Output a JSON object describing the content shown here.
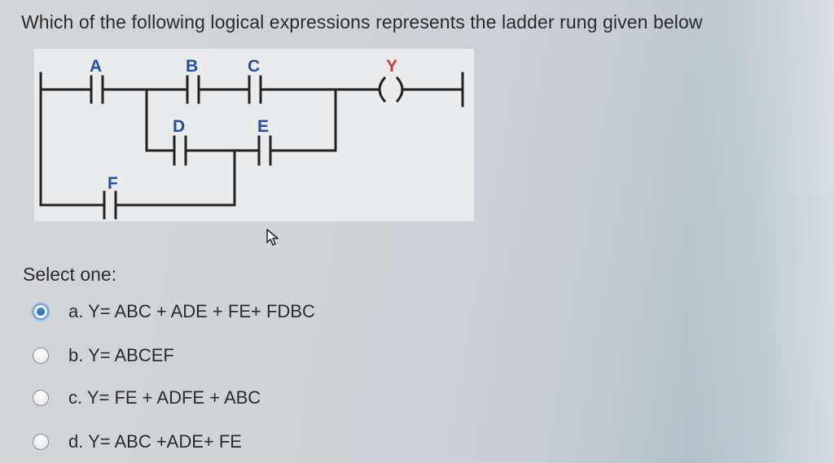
{
  "question": {
    "text": "Which of the following logical expressions represents the ladder rung given below"
  },
  "diagram": {
    "contacts": {
      "a": "A",
      "b": "B",
      "c": "C",
      "d": "D",
      "e": "E",
      "f": "F"
    },
    "coil": "Y",
    "colors": {
      "wire": "#222222",
      "label": "#1f4fa8",
      "coil_label": "#d23a3a",
      "background": "#e9ebec"
    }
  },
  "prompt": {
    "select_one": "Select one:"
  },
  "options": [
    {
      "label": "a. Y= ABC + ADE + FE+ FDBC",
      "selected": true
    },
    {
      "label": "b. Y= ABCEF",
      "selected": false
    },
    {
      "label": "c. Y= FE + ADFE + ABC",
      "selected": false
    },
    {
      "label": "d. Y= ABC +ADE+ FE",
      "selected": false
    }
  ],
  "icons": {
    "cursor": "mouse-pointer-icon",
    "radio_checked": "radio-checked-icon",
    "radio_unchecked": "radio-unchecked-icon"
  }
}
